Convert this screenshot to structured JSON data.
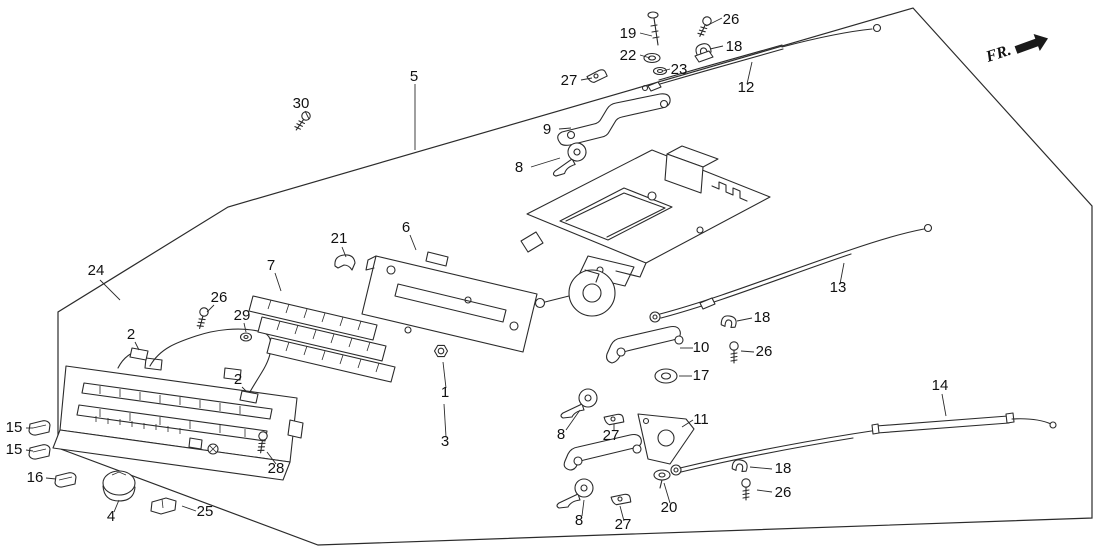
{
  "page": {
    "background": "#ffffff",
    "line_color": "#2b2b2b"
  },
  "diagram": {
    "type": "exploded-parts-diagram",
    "subject": "heater-control-assembly",
    "fr_label": "FR.",
    "callouts": [
      "26",
      "19",
      "18",
      "22",
      "23",
      "27",
      "12",
      "30",
      "9",
      "5",
      "8",
      "21",
      "6",
      "7",
      "24",
      "26",
      "29",
      "2",
      "2",
      "1",
      "3",
      "13",
      "18",
      "10",
      "26",
      "17",
      "11",
      "8",
      "27",
      "14",
      "15",
      "15",
      "16",
      "4",
      "25",
      "28",
      "18",
      "26",
      "20",
      "27",
      "8"
    ]
  }
}
